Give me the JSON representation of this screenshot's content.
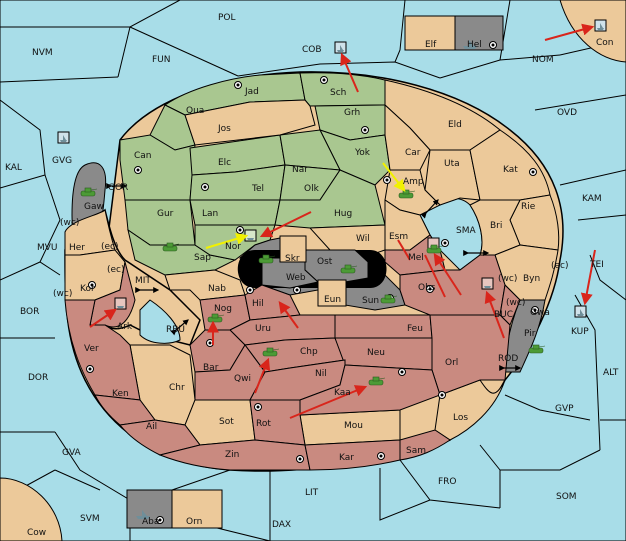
{
  "colors": {
    "sea": "#a8dde8",
    "neutral": "#ecc99a",
    "green": "#a9c790",
    "red": "#c98a80",
    "grey": "#8a8a8a",
    "black": "#000000",
    "arrow_red": "#d9251b",
    "arrow_yellow": "#f1f100",
    "unit_army": "#4c9b36",
    "unit_fleet": "#6f8f9a"
  },
  "regions": {
    "POL": "POL",
    "FUN": "FUN",
    "NVM": "NVM",
    "COB": "COB",
    "Elf": "Elf",
    "Hel": "Hel",
    "NOM": "NOM",
    "Con": "Con",
    "OVD": "OVD",
    "KAL": "KAL",
    "GVG": "GVG",
    "KAM": "KAM",
    "MVU": "MVU",
    "BOR": "BOR",
    "DOR": "DOR",
    "GVA": "GVA",
    "SVM": "SVM",
    "Cow": "Cow",
    "Aba": "Aba",
    "Orn": "Orn",
    "DAX": "DAX",
    "LIT": "LIT",
    "FRO": "FRO",
    "SOM": "SOM",
    "GVP": "GVP",
    "ALT": "ALT",
    "KUP": "KUP",
    "TEI": "TEI",
    "SMA": "SMA",
    "MIT": "MIT",
    "RBU": "RBU",
    "BUC": "BUC",
    "ROD": "ROD",
    "GOR": "GOR",
    "Jad": "Jad",
    "Sch": "Sch",
    "Qua": "Qua",
    "Jos": "Jos",
    "Grh": "Grh",
    "Eld": "Eld",
    "Can": "Can",
    "Yok": "Yok",
    "Car": "Car",
    "Elc": "Elc",
    "Nar": "Nar",
    "Uta": "Uta",
    "Kat": "Kat",
    "Tel": "Tel",
    "Olk": "Olk",
    "Amp": "Amp",
    "Gaw": "Gaw",
    "Gur": "Gur",
    "Lan": "Lan",
    "Hug": "Hug",
    "Rie": "Rie",
    "Bri": "Bri",
    "Her": "Her",
    "Sap": "Sap",
    "Nor": "Nor",
    "Skr": "Skr",
    "Wil": "Wil",
    "Esm": "Esm",
    "Ost": "Ost",
    "Web": "Web",
    "Mel": "Mel",
    "Byn": "Byn",
    "Kor": "Kor",
    "Nab": "Nab",
    "Eun": "Eun",
    "Sun": "Sun",
    "Obs": "Obs",
    "Gwa": "Gwa",
    "Ark": "Ark",
    "Nog": "Nog",
    "Hil": "Hil",
    "Uru": "Uru",
    "Feu": "Feu",
    "Pir": "Pir",
    "Ver": "Ver",
    "Bar": "Bar",
    "Chp": "Chp",
    "Neu": "Neu",
    "Orl": "Orl",
    "Qwi": "Qwi",
    "Nil": "Nil",
    "Ken": "Ken",
    "Chr": "Chr",
    "Kaa": "Kaa",
    "Ail": "Ail",
    "Sot": "Sot",
    "Rot": "Rot",
    "Los": "Los",
    "Mou": "Mou",
    "Zin": "Zin",
    "Kar": "Kar",
    "Sam": "Sam"
  },
  "coast_labels": {
    "wc": "(wc)",
    "ec": "(ec)"
  }
}
